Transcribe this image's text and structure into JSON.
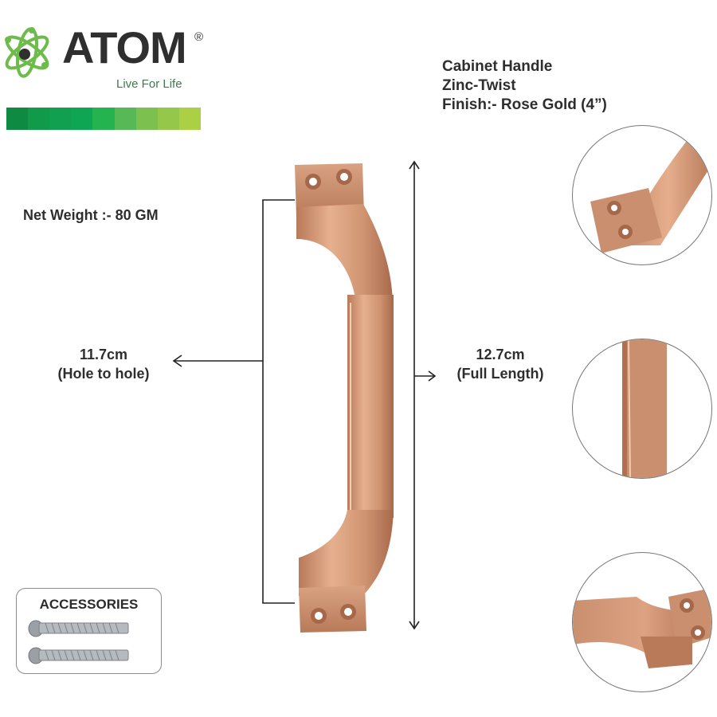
{
  "brand": {
    "name": "ATOM",
    "registered_mark": "®",
    "tagline": "Live For Life",
    "logo_icon": "atom-icon",
    "color_strip": [
      "#0e8a43",
      "#129a4b",
      "#11a04f",
      "#0fa653",
      "#25b350",
      "#57b956",
      "#7cc14f",
      "#95c74a",
      "#abcf45"
    ]
  },
  "product": {
    "title_lines": [
      "Cabinet Handle",
      "Zinc-Twist",
      "Finish:- Rose Gold (4”)"
    ],
    "net_weight": "Net Weight :- 80 GM",
    "finish_color": "#c98f6e"
  },
  "dimensions": {
    "hole_to_hole": {
      "value": "11.7cm",
      "label": "(Hole to hole)"
    },
    "full_length": {
      "value": "12.7cm",
      "label": "(Full Length)"
    }
  },
  "accessories": {
    "title": "ACCESSORIES",
    "items": [
      "screw",
      "screw"
    ]
  },
  "detail_views": [
    "top-end-closeup",
    "middle-bar-closeup",
    "bottom-end-closeup"
  ]
}
